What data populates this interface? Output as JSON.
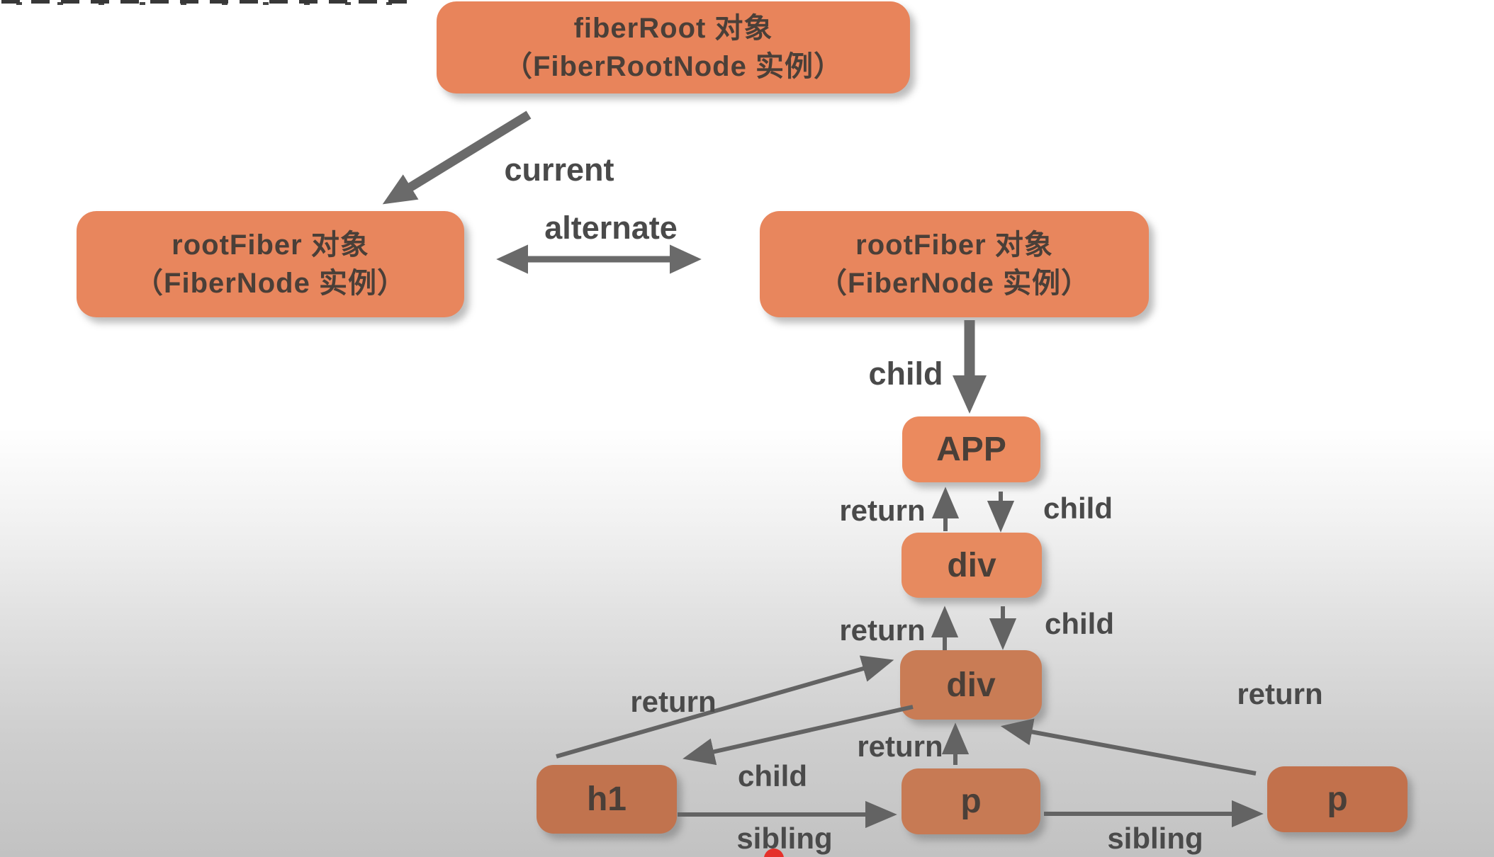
{
  "page": {
    "description_note": "React fiber tree diagram (video frame)",
    "background_top": "#ffffff",
    "background_bottom": "#c2c2c2"
  },
  "colors": {
    "arrow": "#636363",
    "arrow_thick": "#6A6A6A",
    "label_text": "#4A4A4A",
    "node_text": "#4A3F38",
    "record_dot": "#E5312B"
  },
  "nodes": {
    "fiberRoot": {
      "line1": "fiberRoot 对象",
      "line2": "（FiberRootNode 实例）",
      "fill": "#E8845B"
    },
    "rootFiberLeft": {
      "line1": "rootFiber 对象",
      "line2": "（FiberNode 实例）",
      "fill": "#E8865D"
    },
    "rootFiberRight": {
      "line1": "rootFiber 对象",
      "line2": "（FiberNode 实例）",
      "fill": "#E8865D"
    },
    "app": {
      "label": "APP",
      "fill": "#EB8A5E"
    },
    "div1": {
      "label": "div",
      "fill": "#E78A5F"
    },
    "div2": {
      "label": "div",
      "fill": "#C97C55"
    },
    "h1": {
      "label": "h1",
      "fill": "#C1734E"
    },
    "pMid": {
      "label": "p",
      "fill": "#C77A54"
    },
    "pRight": {
      "label": "p",
      "fill": "#C2714C"
    }
  },
  "edge_labels": {
    "current": "current",
    "alternate": "alternate",
    "childRoot": "child",
    "return1": "return",
    "child1": "child",
    "return2": "return",
    "child2": "child",
    "returnH1": "return",
    "childH1": "child",
    "returnP": "return",
    "returnPRight": "return",
    "sibling1": "sibling",
    "sibling2": "sibling"
  }
}
